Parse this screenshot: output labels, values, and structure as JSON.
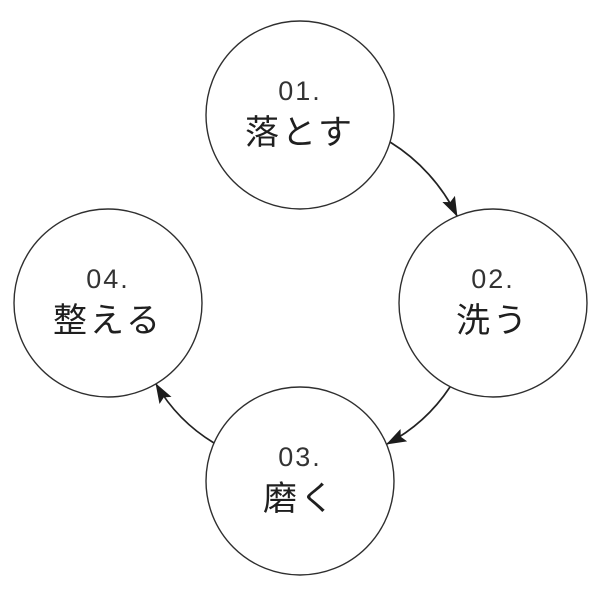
{
  "diagram": {
    "type": "cycle-process",
    "background_color": "#ffffff",
    "circle_stroke_color": "#2f2f2f",
    "arrow_color": "#1c1c1c",
    "number_text_color": "#333333",
    "label_text_color": "#1f1f1f",
    "steps": [
      {
        "number": "01.",
        "label": "落とす"
      },
      {
        "number": "02.",
        "label": "洗う"
      },
      {
        "number": "03.",
        "label": "磨く"
      },
      {
        "number": "04.",
        "label": "整える"
      }
    ],
    "arrows": [
      {
        "from": "01. 落とす",
        "to": "02. 洗う"
      },
      {
        "from": "02. 洗う",
        "to": "03. 磨く"
      },
      {
        "from": "03. 磨く",
        "to": "04. 整える"
      }
    ]
  }
}
